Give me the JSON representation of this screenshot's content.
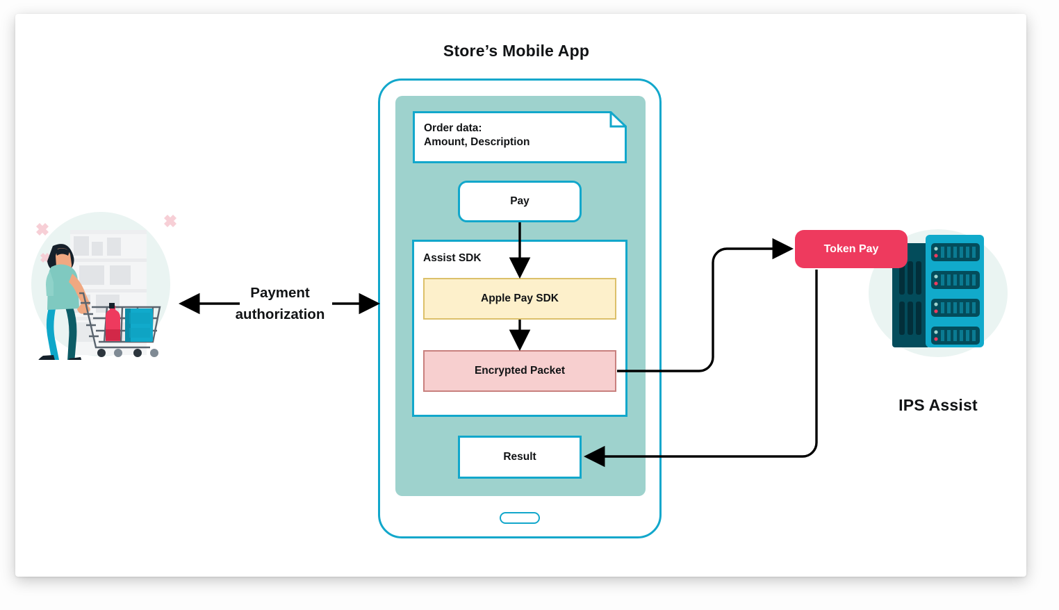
{
  "diagram": {
    "app_title": "Store’s Mobile App",
    "ips_title": "IPS Assist",
    "payment_authorization_line1": "Payment",
    "payment_authorization_line2": "authorization",
    "order_doc_line1": "Order data:",
    "order_doc_line2": "Amount, Description",
    "pay_button": "Pay",
    "sdk_label": "Assist SDK",
    "apple_pay_sdk": "Apple Pay SDK",
    "encrypted_packet": "Encrypted Packet",
    "result": "Result",
    "token_pay": "Token Pay"
  },
  "colors": {
    "cyan_border": "#12A7CB",
    "screen_teal": "#9ED2CD",
    "apple_fill": "#FDF0CB",
    "apple_border": "#DCC06A",
    "packet_fill": "#F7CFCF",
    "packet_border": "#C8807E",
    "token_pill": "#EE3A5E",
    "server_dark": "#034C5B",
    "server_cyan": "#11AACB",
    "mint_bg": "#EAF4F2",
    "sparkle_pink": "#F6CAD2",
    "text": "#111315"
  },
  "icons": {
    "shopper": "shopper-cart-illustration",
    "server": "server-rack-illustration",
    "home_indicator": "home-indicator-icon",
    "doc_fold": "document-fold-icon"
  }
}
